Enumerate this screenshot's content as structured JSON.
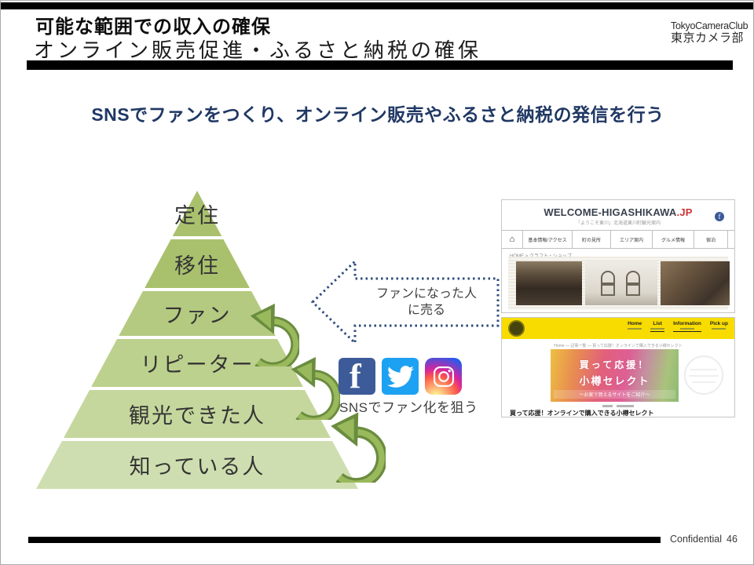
{
  "header": {
    "title": "可能な範囲での収入の確保",
    "subtitle": "オンライン販売促進・ふるさと納税の確保",
    "logo_line1": "TokyoCameraClub",
    "logo_line2": "東京カメラ部"
  },
  "headline": {
    "text": "SNSでファンをつくり、オンライン販売やふるさと納税の発信を行う",
    "color": "#203864"
  },
  "pyramid": {
    "levels": [
      {
        "label": "定住",
        "color": "#a9c16d"
      },
      {
        "label": "移住",
        "color": "#a9c16d"
      },
      {
        "label": "ファン",
        "color": "#b4ca80"
      },
      {
        "label": "リピーター",
        "color": "#bdd18e"
      },
      {
        "label": "観光できた人",
        "color": "#c5d79d"
      },
      {
        "label": "知っている人",
        "color": "#cfdeb0"
      }
    ],
    "arrow_outline_color": "#6a8c3f",
    "arrow_fill_color": "#9ab95c"
  },
  "callout": {
    "line1": "ファンになった人",
    "line2": "に売る",
    "border_color": "#2f4d7c"
  },
  "sns": {
    "caption": "SNSでファン化を狙う",
    "icons": [
      {
        "name": "facebook-icon",
        "glyph": "f",
        "color": "#3d5b99"
      },
      {
        "name": "twitter-icon",
        "glyph": "bird",
        "color": "#1da1f2"
      },
      {
        "name": "instagram-icon",
        "glyph": "camera",
        "color": "gradient"
      }
    ]
  },
  "site1": {
    "title_main": "WELCOME-HIGASHIKAWA",
    "title_suffix": ".JP",
    "tagline": "「ようこそ東川」北海道東川町観光案内",
    "fb_badge": "f",
    "home_icon": "⌂",
    "nav": [
      "基本情報/アクセス",
      "町の見所",
      "エリア案内",
      "グルメ情報",
      "宿泊"
    ],
    "breadcrumb": "HOME > クラフト・ショップ"
  },
  "site2": {
    "nav": [
      {
        "label": "Home"
      },
      {
        "label": "List"
      },
      {
        "label": "Information"
      },
      {
        "label": "Pick up"
      }
    ],
    "breadcrumb": "Home ― 記事一覧 ― 買って応援！オンラインで購入できる小樽セレクト",
    "banner_line1": "買って応援！",
    "banner_line2": "小樽セレクト",
    "banner_sub": "〜お家で買えるサイトをご紹介〜",
    "caption": "買って応援！オンラインで購入できる小樽セレクト",
    "bar_color": "#f8dc00"
  },
  "footer": {
    "label": "Confidential",
    "page": "46"
  }
}
